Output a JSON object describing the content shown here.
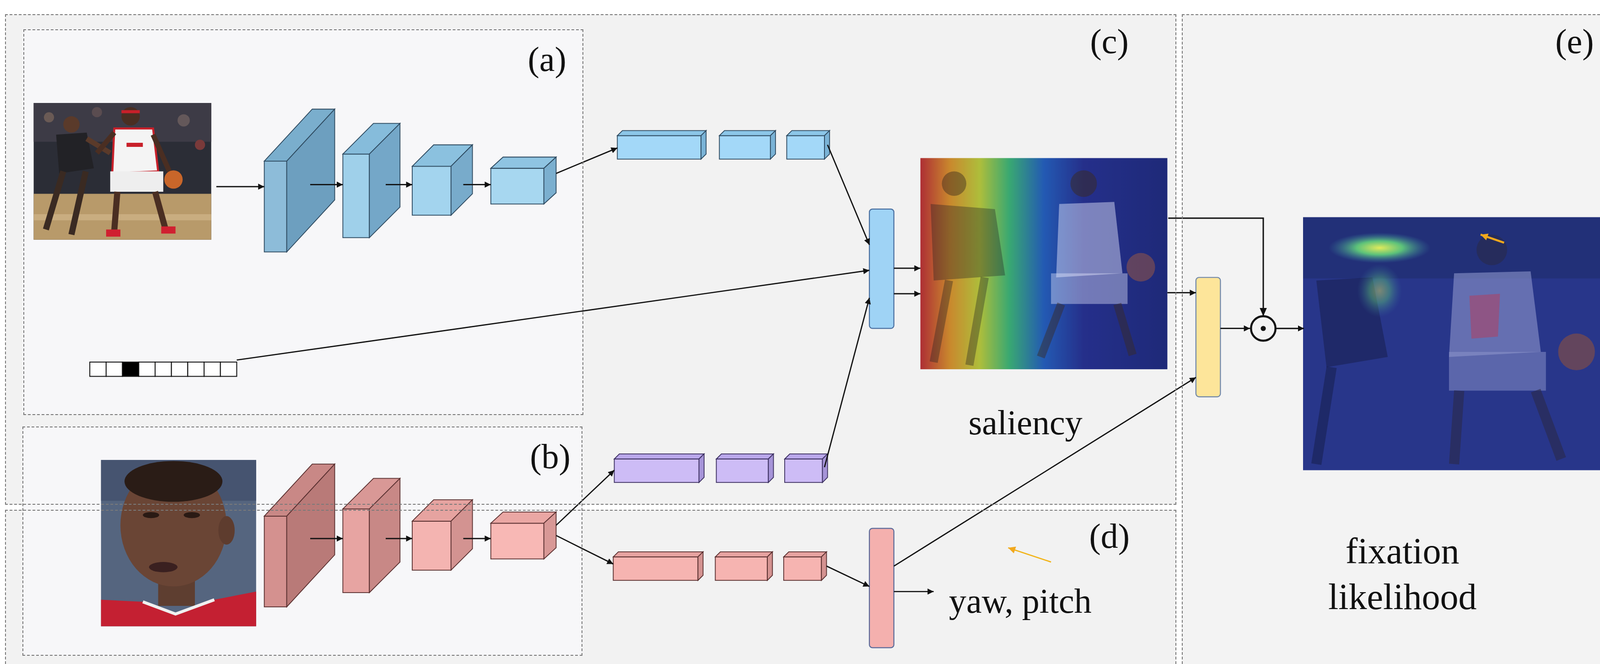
{
  "diagram": {
    "nodes": [
      {
        "text": [
          "(c)"
        ]
      },
      {
        "text": [
          "(a)"
        ],
        "in": 0
      },
      {
        "text": [
          "(b)"
        ]
      },
      {
        "text": [
          "(d)"
        ]
      },
      {
        "text": [
          "(e)"
        ]
      },
      {
        "text": [
          "saliency"
        ],
        "in": 0
      },
      {
        "text": [
          "fixation likelihood"
        ],
        "in": 4
      }
    ],
    "edges": [
      {
        "from": 5,
        "to": 6,
        "arrow": "to"
      }
    ],
    "labels": [
      "yaw, pitch"
    ]
  }
}
